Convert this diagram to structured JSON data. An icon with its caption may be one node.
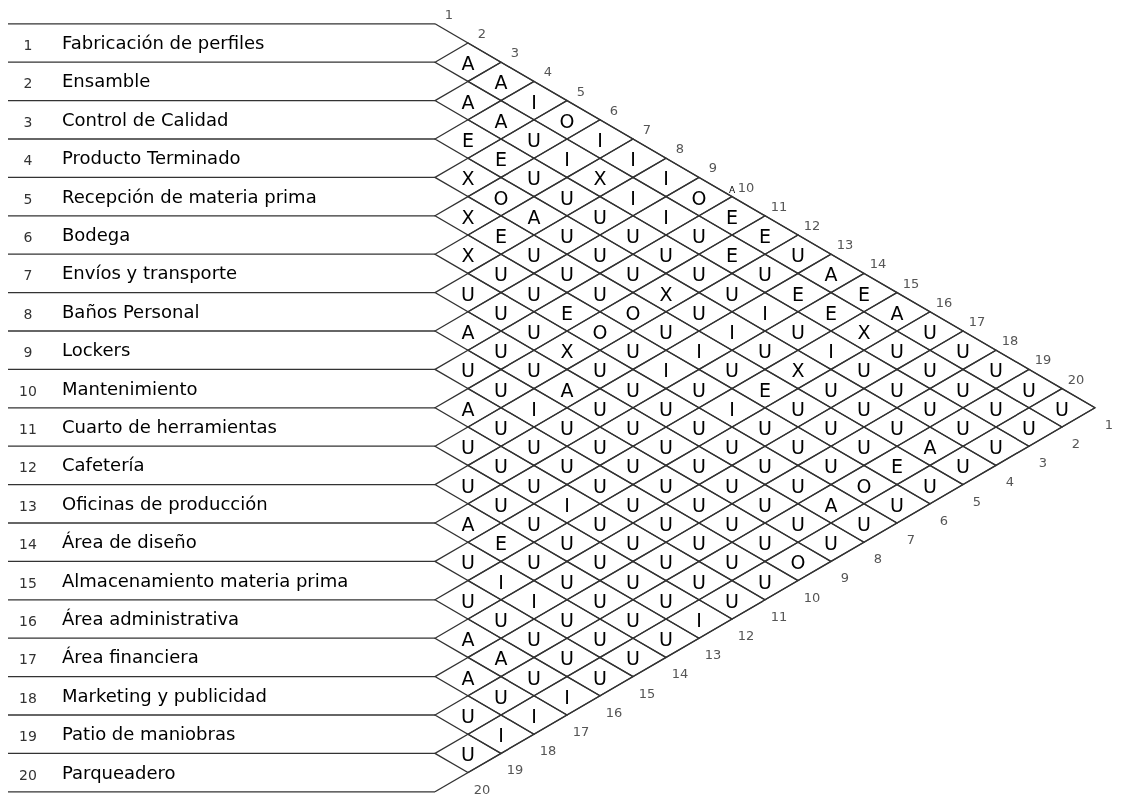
{
  "diagram": {
    "labels": [
      "1",
      "Fabricación de perfiles",
      "2",
      "Ensamble",
      "3",
      "Control de Calidad",
      "4",
      "Producto Terminado",
      "5",
      "Recepción de materia prima",
      "6",
      "Bodega",
      "7",
      "Envíos y transporte",
      "8",
      "Baños Personal",
      "9",
      "Lockers",
      "10",
      "Mantenimiento",
      "11",
      "Cuarto de herramientas",
      "12",
      "Cafetería",
      "13",
      "Oficinas de producción",
      "14",
      "Área de diseño",
      "15",
      "Almacenamiento materia prima",
      "16",
      "Área administrativa",
      "17",
      "Área financiera",
      "18",
      "Marketing y publicidad",
      "19",
      "Patio de maniobras",
      "20",
      "Parqueadero",
      "1",
      "2",
      "3",
      "4",
      "5",
      "6",
      "7",
      "8",
      "9",
      "10",
      "11",
      "12",
      "13",
      "14",
      "15",
      "16",
      "17",
      "18",
      "19",
      "20",
      "A",
      "A",
      "I",
      "O",
      "I",
      "I",
      "I",
      "O",
      "E",
      "E",
      "U",
      "A",
      "E",
      "A",
      "U",
      "U",
      "U",
      "U",
      "U",
      "A",
      "A",
      "U",
      "I",
      "X",
      "I",
      "I",
      "U",
      "E",
      "U",
      "E",
      "E",
      "X",
      "U",
      "U",
      "U",
      "U",
      "U",
      "E",
      "E",
      "U",
      "U",
      "U",
      "U",
      "U",
      "U",
      "U",
      "I",
      "U",
      "I",
      "U",
      "U",
      "U",
      "U",
      "U",
      "X",
      "O",
      "A",
      "U",
      "U",
      "U",
      "X",
      "U",
      "I",
      "U",
      "X",
      "U",
      "U",
      "U",
      "A",
      "U",
      "X",
      "E",
      "U",
      "U",
      "U",
      "O",
      "U",
      "I",
      "U",
      "E",
      "U",
      "U",
      "U",
      "E",
      "U",
      "X",
      "U",
      "U",
      "E",
      "O",
      "U",
      "I",
      "U",
      "I",
      "U",
      "U",
      "U",
      "O",
      "U",
      "U",
      "U",
      "U",
      "X",
      "U",
      "U",
      "U",
      "U",
      "U",
      "U",
      "U",
      "A",
      "U",
      "A",
      "U",
      "U",
      "A",
      "U",
      "U",
      "U",
      "U",
      "U",
      "U",
      "U",
      "U",
      "U",
      "U",
      "I",
      "U",
      "U",
      "U",
      "U",
      "U",
      "U",
      "U",
      "O",
      "A",
      "U",
      "U",
      "U",
      "U",
      "U",
      "U",
      "U",
      "U",
      "U",
      "U",
      "U",
      "U",
      "I",
      "U",
      "U",
      "U",
      "U",
      "U",
      "U",
      "U",
      "U",
      "U",
      "U",
      "U",
      "U",
      "I",
      "A",
      "E",
      "U",
      "U",
      "U",
      "U",
      "U",
      "U",
      "I",
      "I",
      "U",
      "U",
      "U",
      "U",
      "U",
      "U",
      "U",
      "U",
      "A",
      "A",
      "U",
      "I",
      "A",
      "U",
      "I",
      "U",
      "I",
      "U",
      "A",
      "1",
      "2",
      "3",
      "4",
      "5",
      "6",
      "7",
      "8",
      "9",
      "10",
      "11",
      "12",
      "13",
      "14",
      "15",
      "16",
      "17",
      "18",
      "19",
      "20"
    ]
  }
}
